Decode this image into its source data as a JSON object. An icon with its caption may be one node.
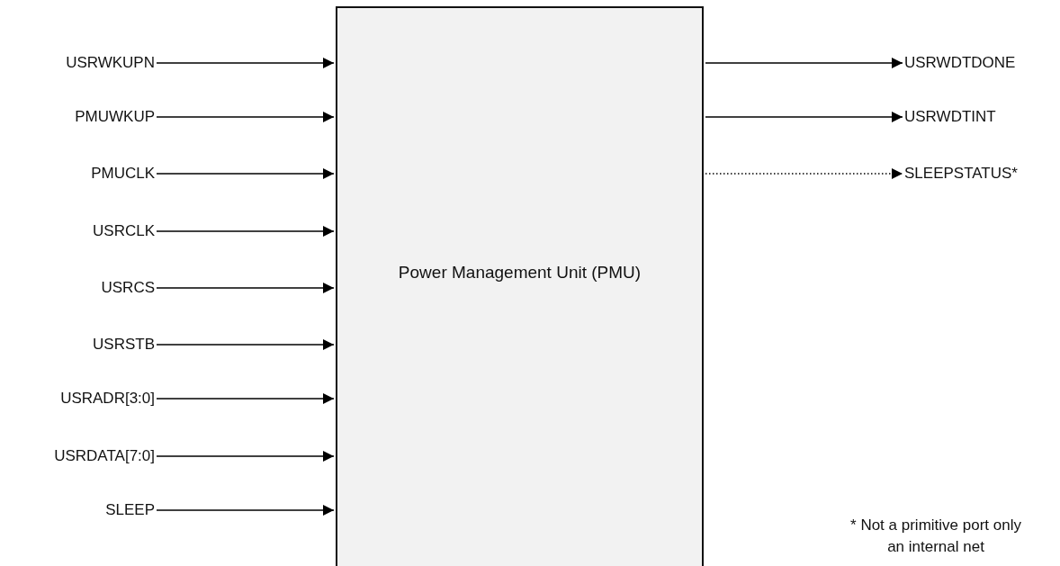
{
  "diagram": {
    "nodes": [
      {
        "text": [
          "USRWKUPN"
        ]
      },
      {
        "text": [
          "PMUWKUP"
        ]
      },
      {
        "text": [
          "PMUCLK"
        ]
      },
      {
        "text": [
          "USRCLK"
        ]
      },
      {
        "text": [
          "USRCS"
        ]
      },
      {
        "text": [
          "USRSTB"
        ]
      },
      {
        "text": [
          "USRADR[3:0]"
        ]
      },
      {
        "text": [
          "USRDATA[7:0]"
        ]
      },
      {
        "text": [
          "SLEEP"
        ]
      },
      {
        "text": [
          "Power Management Unit (PMU)"
        ]
      },
      {
        "text": [
          "USRWDTDONE"
        ]
      },
      {
        "text": [
          "USRWDTINT"
        ]
      },
      {
        "text": [
          "SLEEPSTATUS*"
        ]
      }
    ],
    "edges": [
      {
        "from": 0,
        "to": 9,
        "arrow": "to"
      },
      {
        "from": 1,
        "to": 9,
        "arrow": "to"
      },
      {
        "from": 2,
        "to": 9,
        "arrow": "to"
      },
      {
        "from": 3,
        "to": 9,
        "arrow": "to"
      },
      {
        "from": 4,
        "to": 9,
        "arrow": "to"
      },
      {
        "from": 5,
        "to": 9,
        "arrow": "to"
      },
      {
        "from": 6,
        "to": 9,
        "arrow": "to"
      },
      {
        "from": 7,
        "to": 9,
        "arrow": "to"
      },
      {
        "from": 8,
        "to": 9,
        "arrow": "to"
      },
      {
        "from": 9,
        "to": 10,
        "arrow": "to"
      },
      {
        "from": 9,
        "to": 11,
        "arrow": "to"
      },
      {
        "from": 9,
        "to": 12,
        "arrow": "to",
        "style": "dashed"
      }
    ],
    "labels": [
      "* Not a primitive port only an internal net"
    ]
  }
}
